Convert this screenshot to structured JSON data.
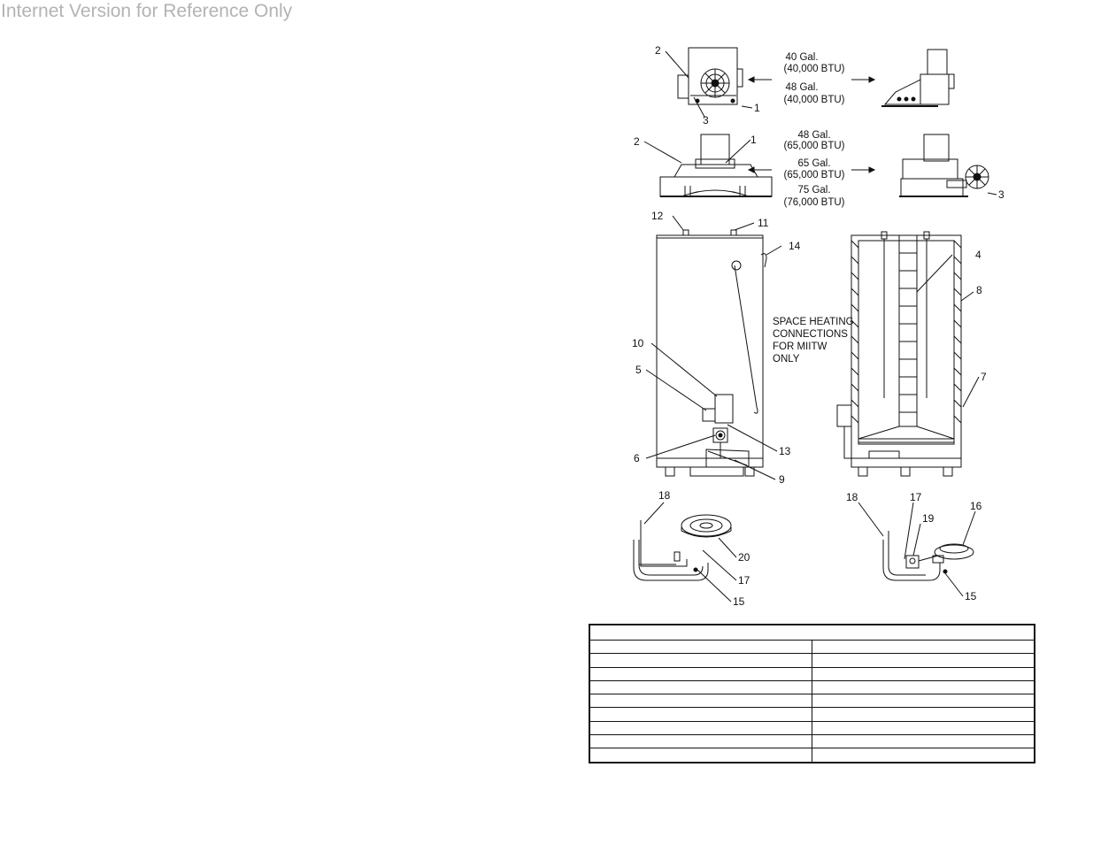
{
  "watermark": "Internet Version for Reference Only",
  "diagram": {
    "top_captions": [
      "40 Gal.",
      "(40,000 BTU)",
      "48 Gal.",
      "(40,000 BTU)"
    ],
    "mid_captions": [
      "48 Gal.",
      "(65,000 BTU)",
      "65 Gal.",
      "(65,000 BTU)",
      "75 Gal.",
      "(76,000 BTU)"
    ],
    "space_heating_note": [
      "SPACE HEATING",
      "CONNECTIONS",
      "FOR MIITW",
      "ONLY"
    ],
    "callouts": [
      "1",
      "2",
      "3",
      "4",
      "5",
      "6",
      "7",
      "8",
      "9",
      "10",
      "11",
      "12",
      "13",
      "14",
      "15",
      "16",
      "17",
      "18",
      "19",
      "20"
    ]
  },
  "parts_table": {
    "rows": 10,
    "columns": 2
  }
}
